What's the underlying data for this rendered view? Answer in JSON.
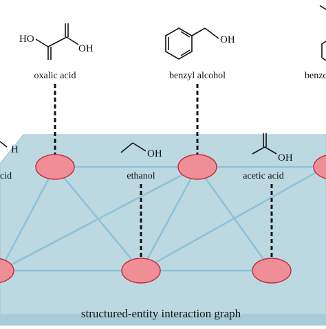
{
  "molecules": {
    "oxalic_acid": {
      "name": "oxalic acid",
      "ho": "HO",
      "oh": "OH"
    },
    "benzyl_alcohol": {
      "name": "benzyl alcohol",
      "oh": "OH"
    },
    "benzoic_acid": {
      "name": "benzo"
    },
    "ethanol": {
      "name": "ethanol",
      "oh": "OH"
    },
    "acetic_acid": {
      "name": "acetic acid",
      "oh": "OH"
    },
    "left_partial": {
      "name": "cid",
      "oh": "H"
    }
  },
  "graph": {
    "label": "structured-entity interaction graph"
  },
  "colors": {
    "plane_fill": "#bcd9e2",
    "plane_edge": "#8fb6c3",
    "node_fill": "#ef8e97",
    "node_stroke": "#c0303e",
    "edge": "#8cc3d9"
  }
}
